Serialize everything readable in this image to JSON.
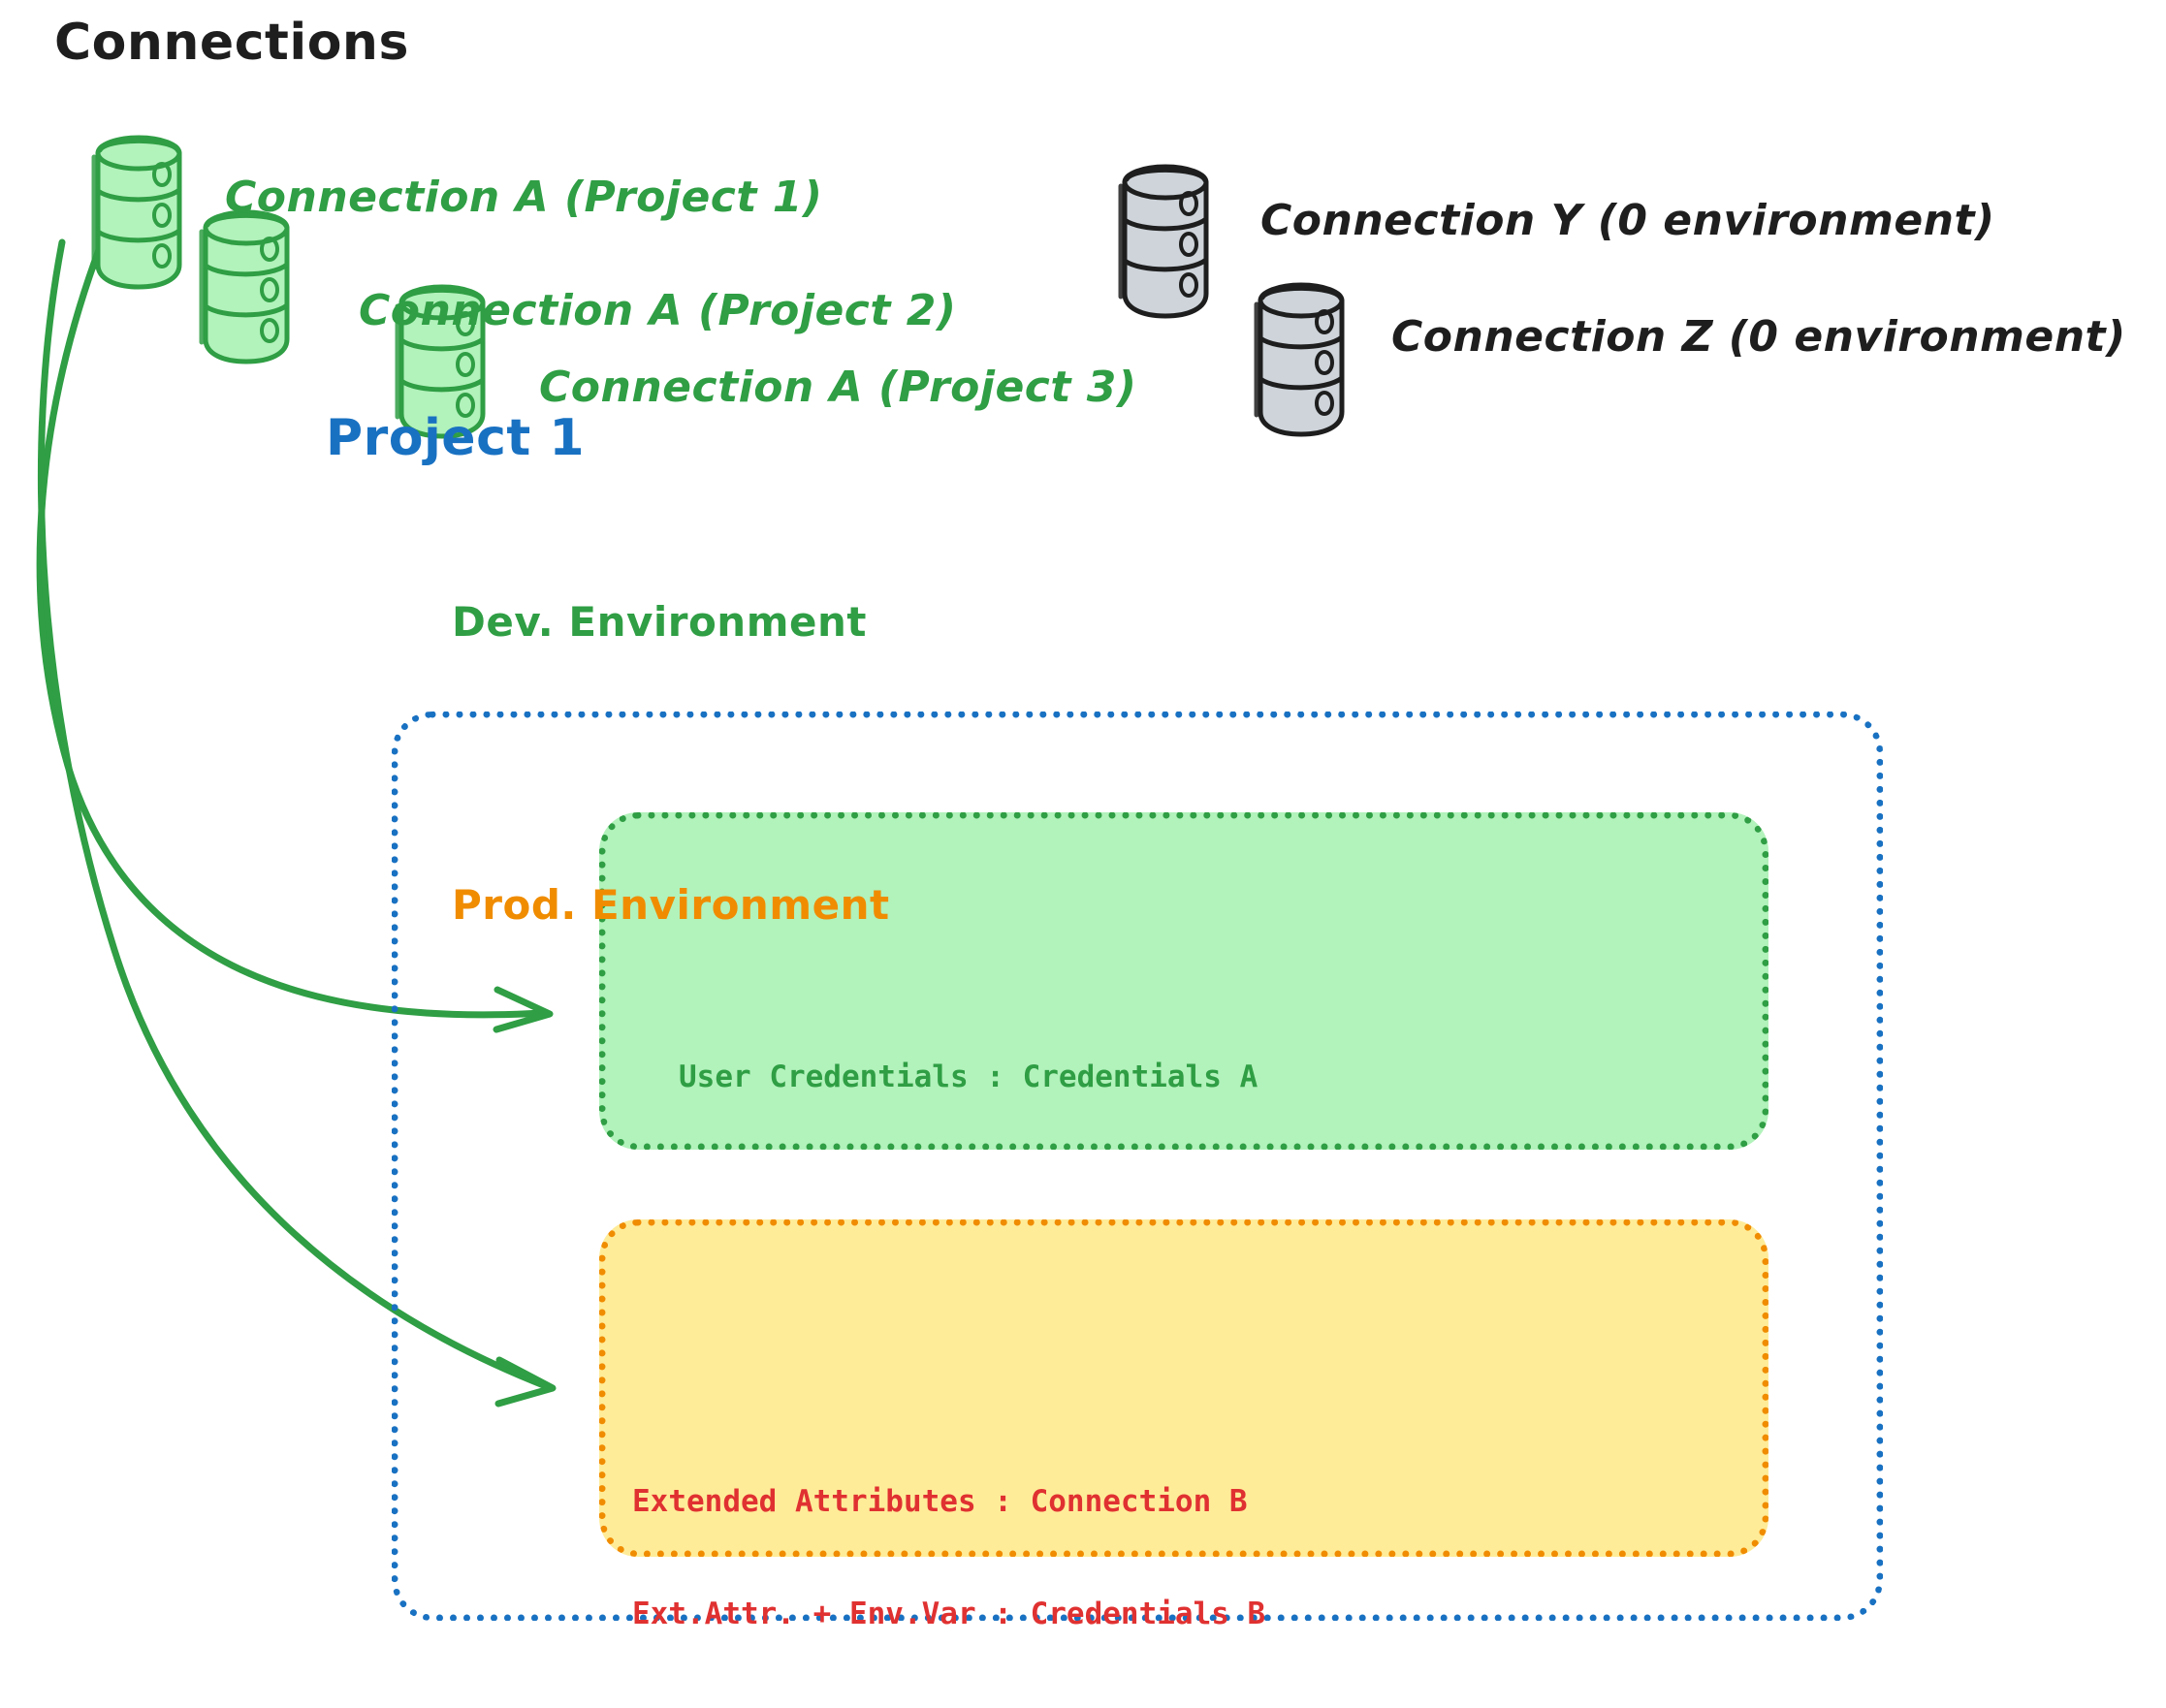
{
  "diagram": {
    "title": "Connections",
    "title_color": "#1e1e1e",
    "background": "#ffffff"
  },
  "connections": {
    "green_items": [
      {
        "icon": "database-icon",
        "label": "Connection A (Project 1)",
        "color": "#2f9e44",
        "fill": "#b2f2bb"
      },
      {
        "icon": "database-icon",
        "label": "Connection A (Project 2)",
        "color": "#2f9e44",
        "fill": "#b2f2bb"
      },
      {
        "icon": "database-icon",
        "label": "Connection A (Project 3)",
        "color": "#2f9e44",
        "fill": "#b2f2bb"
      }
    ],
    "gray_items": [
      {
        "icon": "database-icon",
        "label": "Connection Y (0 environment)",
        "color": "#1e1e1e",
        "fill": "#ced4da"
      },
      {
        "icon": "database-icon",
        "label": "Connection Z (0 environment)",
        "color": "#1e1e1e",
        "fill": "#ced4da"
      }
    ]
  },
  "project": {
    "title": "Project 1",
    "title_color": "#1971c2",
    "border_color": "#1971c2",
    "environments": [
      {
        "name": "Dev. Environment",
        "accent": "#2f9e44",
        "fill": "#b2f2bb",
        "text_color": "#2f9e44",
        "lines": [
          "User Credentials : Credentials A"
        ]
      },
      {
        "name": "Prod. Environment",
        "accent": "#f08c00",
        "fill": "#ffec99",
        "text_color": "#e03131",
        "lines": [
          "Extended Attributes : Connection B",
          "Ext.Attr. + Env.Var : Credentials B"
        ]
      }
    ]
  },
  "arrows": [
    {
      "name": "arrow-connection-a-to-dev",
      "color": "#2f9e44",
      "from": "Connection A (Project 1)",
      "to": "Dev. Environment"
    },
    {
      "name": "arrow-connection-a-to-prod",
      "color": "#2f9e44",
      "from": "Connection A (Project 1)",
      "to": "Prod. Environment"
    }
  ]
}
